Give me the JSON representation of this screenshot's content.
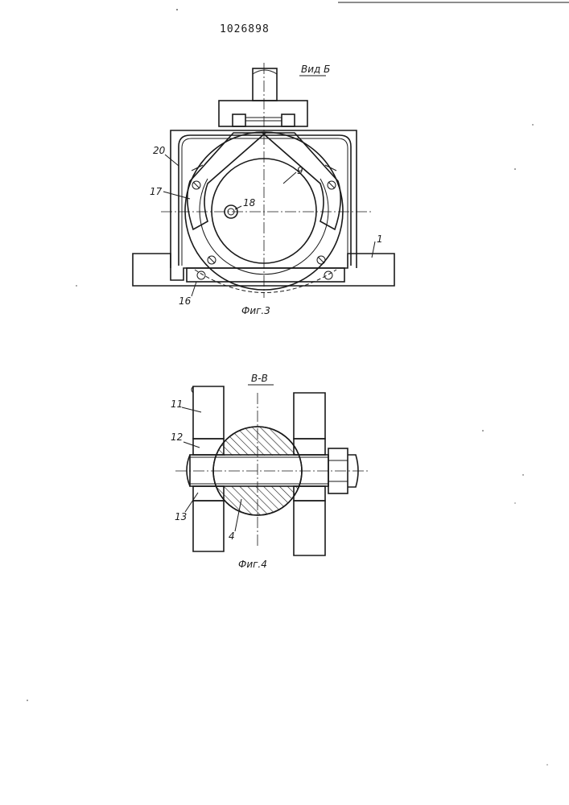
{
  "document": {
    "number": "1026898"
  },
  "figure3": {
    "view_label": "Вид Б",
    "caption": "Фиг.3",
    "callouts": [
      "20",
      "17",
      "9",
      "18",
      "1",
      "16"
    ]
  },
  "figure4": {
    "section_label": "В-В",
    "caption": "Фиг.4",
    "callouts": [
      "11",
      "12",
      "13",
      "4"
    ]
  }
}
